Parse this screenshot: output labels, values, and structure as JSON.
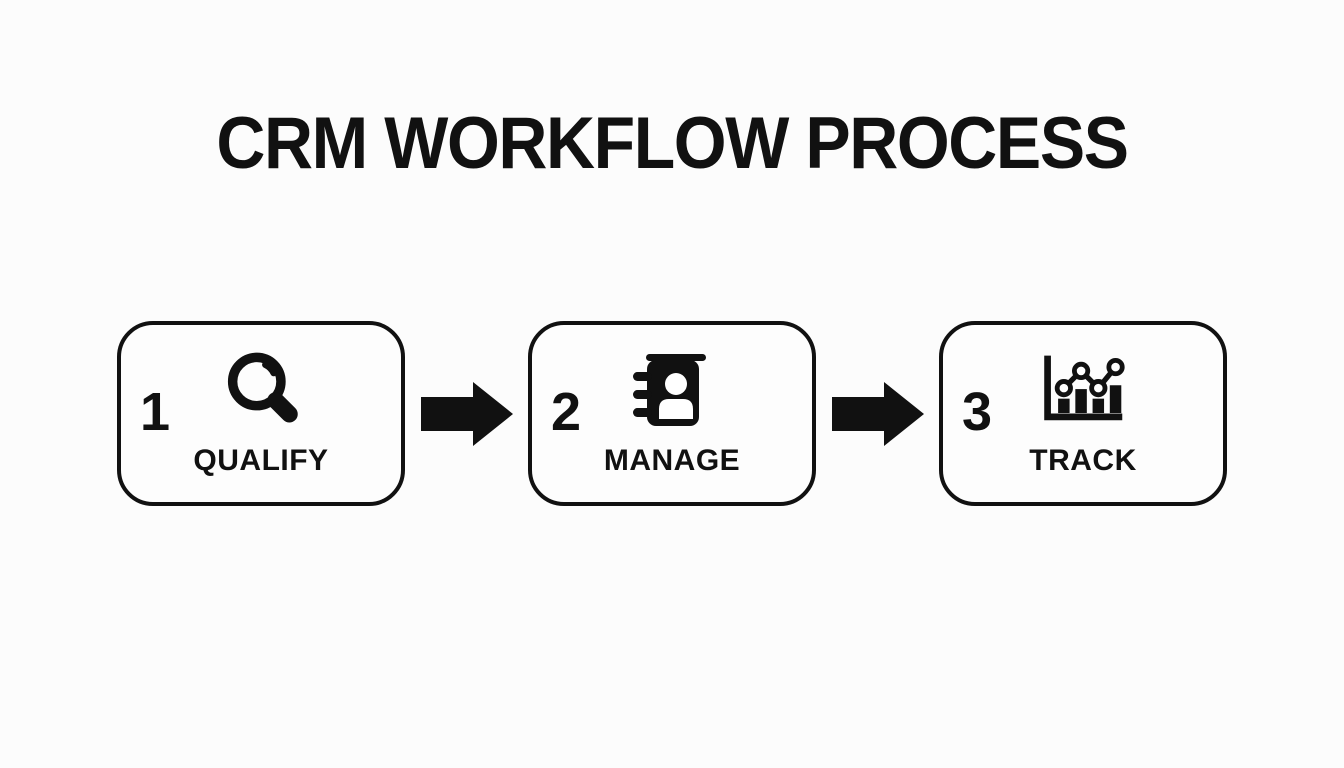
{
  "page": {
    "background_color": "#fcfcfc",
    "ink_color": "#111111",
    "title": "CRM WORKFLOW PROCESS"
  },
  "diagram": {
    "type": "flowchart",
    "direction": "left-to-right",
    "connector_icon": "arrow-right-icon",
    "steps": [
      {
        "number": "1",
        "label": "QUALIFY",
        "icon": "magnifier-icon"
      },
      {
        "number": "2",
        "label": "MANAGE",
        "icon": "contact-book-icon"
      },
      {
        "number": "3",
        "label": "TRACK",
        "icon": "bar-line-chart-icon"
      }
    ]
  }
}
